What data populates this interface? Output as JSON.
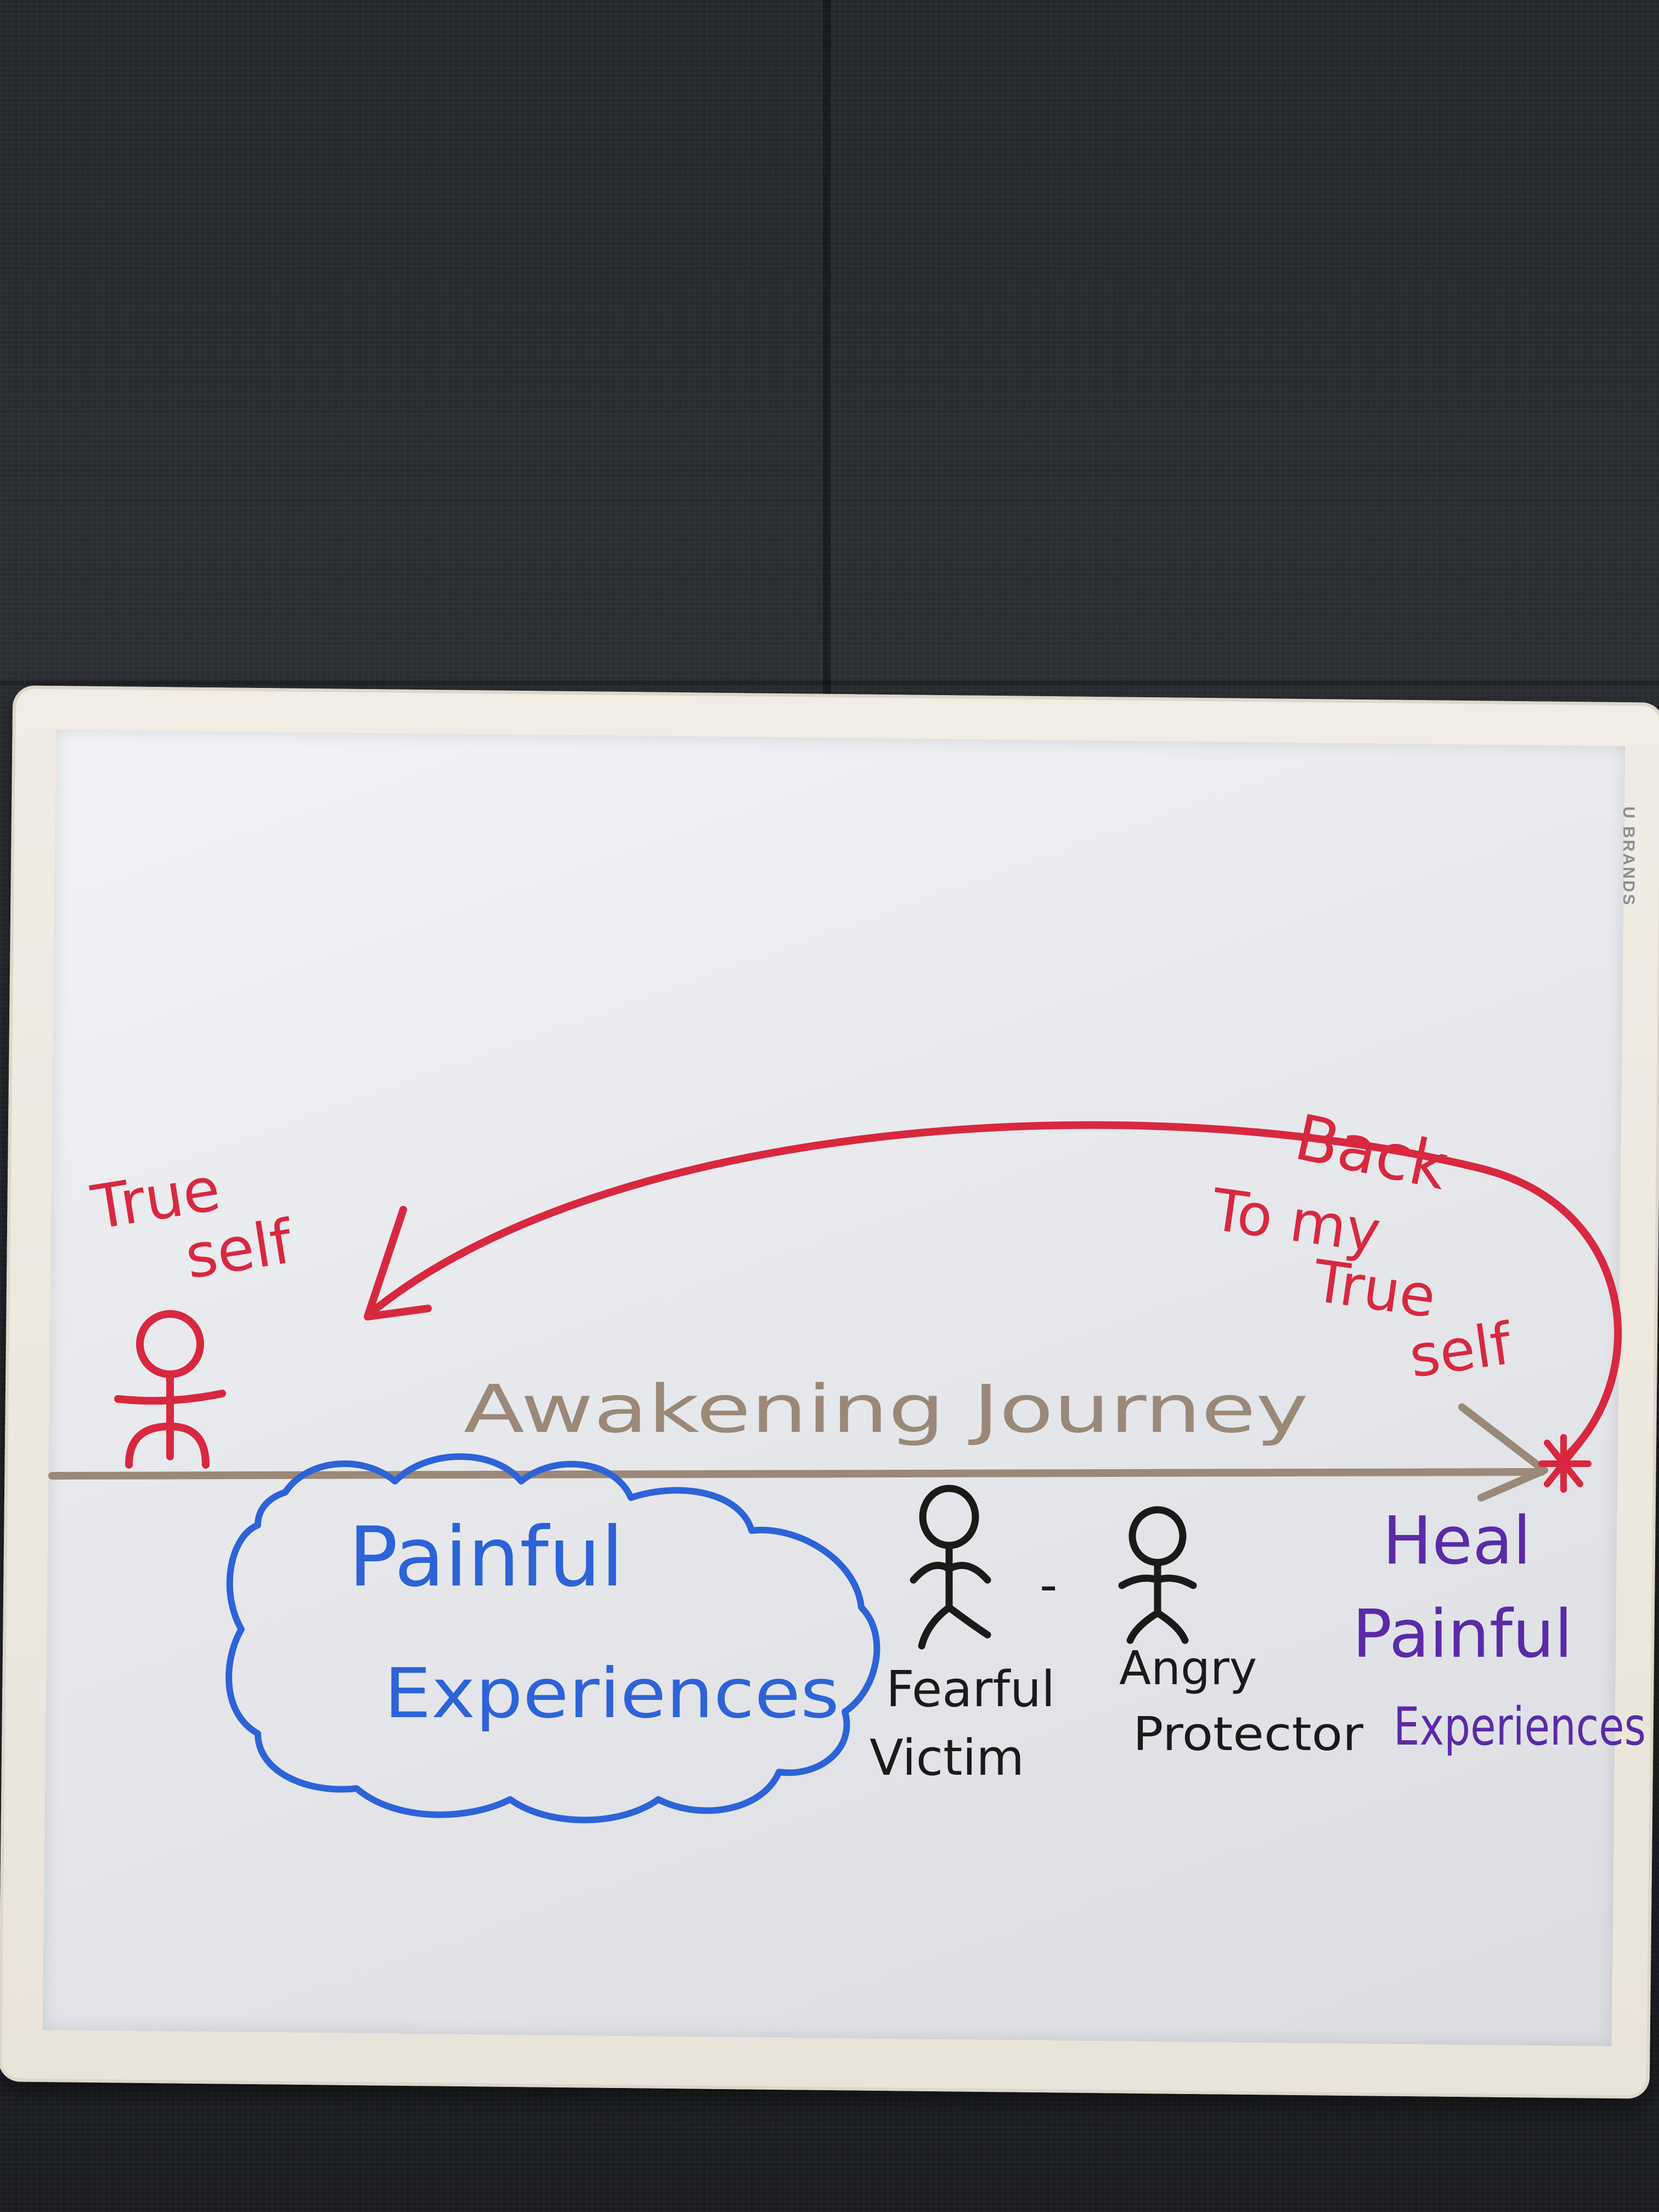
{
  "board": {
    "brand": "U BRANDS"
  },
  "diagram": {
    "start_label": [
      "True",
      "self"
    ],
    "return_label": [
      "Back",
      "To my",
      "True",
      "self"
    ],
    "journey_label": "Awakening Journey",
    "cloud_label": [
      "Painful",
      "Experiences"
    ],
    "figure_left_label": [
      "Fearful",
      "Victim"
    ],
    "separator": "-",
    "figure_right_label": [
      "Angry",
      "Protector"
    ],
    "heal_label": [
      "Heal",
      "Painful",
      "Experiences"
    ]
  },
  "colors": {
    "red": "#d8283f",
    "brown": "#9a8878",
    "blue": "#2d63d8",
    "black": "#1c1a19",
    "purple": "#5a2aa8"
  }
}
